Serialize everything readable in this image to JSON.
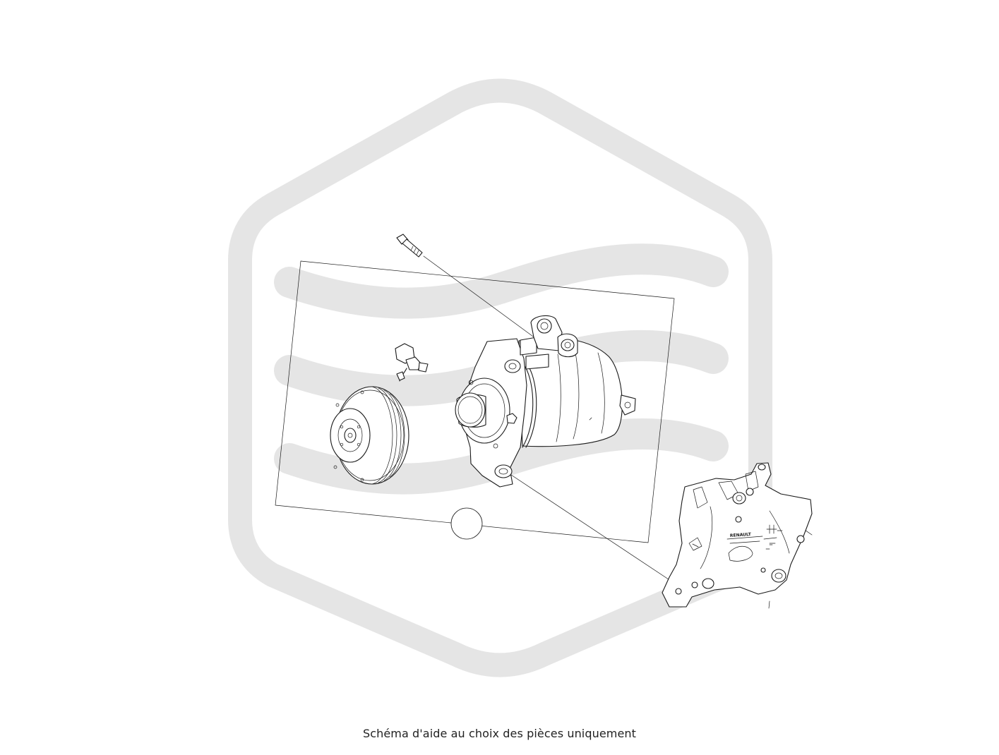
{
  "caption": "Schéma d'aide au choix des pièces uniquement",
  "brand_text": "RENAULT",
  "colors": {
    "background": "#ffffff",
    "line": "#1a1a1a",
    "watermark": "#e5e5e5",
    "caption": "#222222"
  },
  "parts": [
    {
      "id": "bolt",
      "icon": "bolt-icon"
    },
    {
      "id": "compressor",
      "icon": "compressor-icon"
    },
    {
      "id": "clutch-pulley",
      "icon": "pulley-icon"
    },
    {
      "id": "connector",
      "icon": "connector-icon"
    },
    {
      "id": "mounting-bracket",
      "icon": "bracket-icon"
    }
  ]
}
